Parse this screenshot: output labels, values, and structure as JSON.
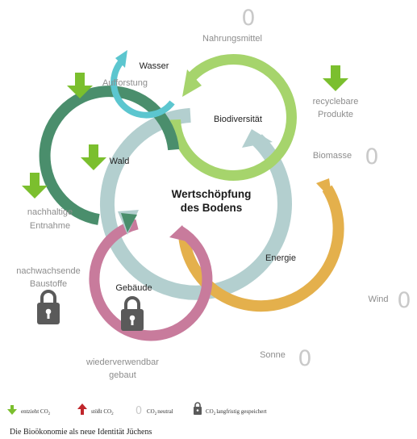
{
  "center": {
    "line1": "Wertschöpfung",
    "line2": "des Bodens"
  },
  "nodes": {
    "wasser": "Wasser",
    "biodiversitaet": "Biodiversität",
    "wald": "Wald",
    "energie": "Energie",
    "gebaeude": "Gebäude"
  },
  "labels": {
    "nahrungsmittel": "Nahrungsmittel",
    "aufforstung": "Aufforstung",
    "recyclebare_1": "recyclebare",
    "recyclebare_2": "Produkte",
    "biomasse": "Biomasse",
    "nachhaltige_1": "nachhaltige",
    "nachhaltige_2": "Entnahme",
    "nachwachsende_1": "nachwachsende",
    "nachwachsende_2": "Baustoffe",
    "wind": "Wind",
    "sonne": "Sonne",
    "wiederverwendbar_1": "wiederverwendbar",
    "wiederverwendbar_2": "gebaut"
  },
  "zero_symbol": "0",
  "legend": {
    "entzieht": "entzieht CO",
    "stoesst": "stößt CO",
    "neutral": "CO",
    "neutral_suffix": "neutral",
    "gespeichert": "CO",
    "gespeichert_suffix": "langfristig gespeichert",
    "subscript": "2"
  },
  "caption": "Die Bioökonomie als neue Identität Jüchens",
  "colors": {
    "wasser": "#5cc6cf",
    "biodiversitaet": "#a6d46c",
    "wald": "#4a8e6c",
    "center": "#b3cfcf",
    "energie": "#e4b04c",
    "gebaeude": "#c87b9c",
    "arrow_green": "#7bbf2e",
    "arrow_red": "#c0262b",
    "lock": "#5a5a5a"
  }
}
